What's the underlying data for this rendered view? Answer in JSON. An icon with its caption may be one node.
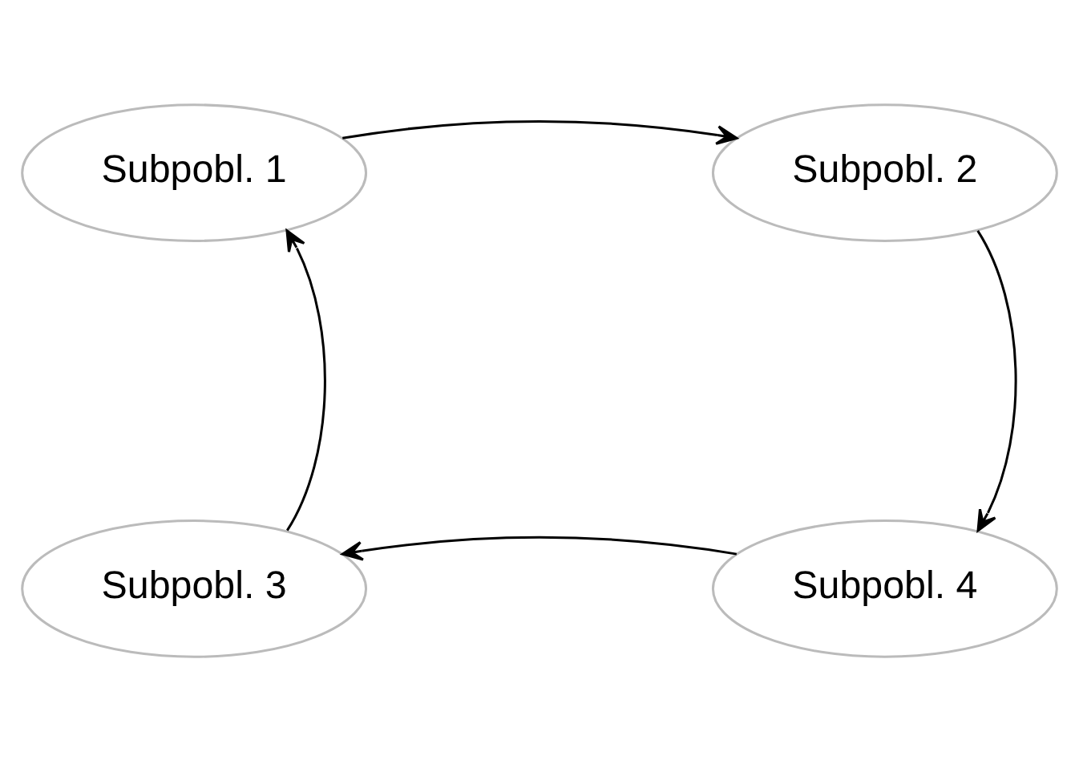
{
  "diagram": {
    "nodes": [
      {
        "text": [
          "Subpobl. 1"
        ]
      },
      {
        "text": [
          "Subpobl. 2"
        ]
      },
      {
        "text": [
          "Subpobl. 3"
        ]
      },
      {
        "text": [
          "Subpobl. 4"
        ]
      }
    ],
    "edges": [
      {
        "from": 0,
        "to": 1,
        "arrow": "to"
      },
      {
        "from": 1,
        "to": 3,
        "arrow": "to"
      },
      {
        "from": 3,
        "to": 2,
        "arrow": "to"
      },
      {
        "from": 2,
        "to": 0,
        "arrow": "to"
      }
    ]
  }
}
